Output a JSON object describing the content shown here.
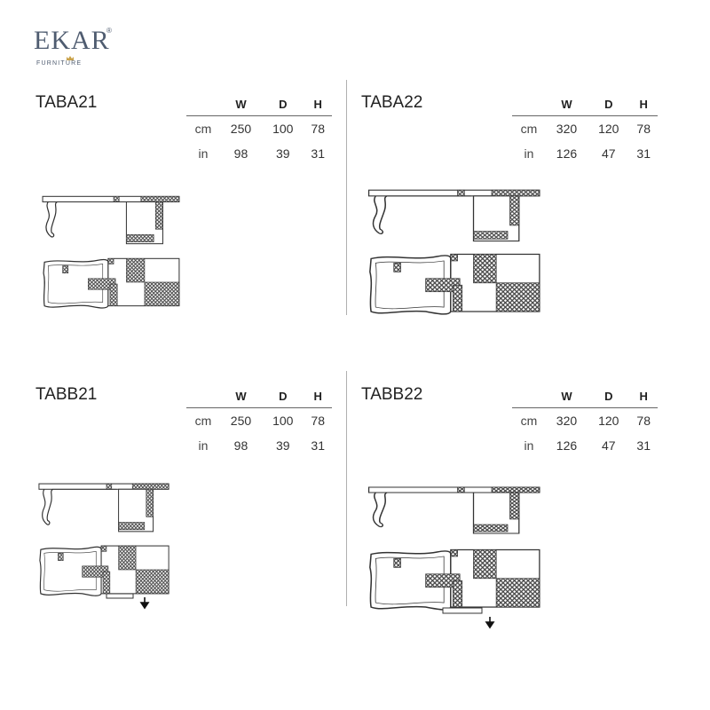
{
  "brand": {
    "name": "EKAR",
    "registered": "®",
    "tagline": "FURNITURE"
  },
  "spec_headers": [
    "W",
    "D",
    "H"
  ],
  "products": [
    {
      "code": "TABA21",
      "rows": [
        {
          "unit": "cm",
          "w": "250",
          "d": "100",
          "h": "78"
        },
        {
          "unit": "in",
          "w": "98",
          "d": "39",
          "h": "31"
        }
      ]
    },
    {
      "code": "TABA22",
      "rows": [
        {
          "unit": "cm",
          "w": "320",
          "d": "120",
          "h": "78"
        },
        {
          "unit": "in",
          "w": "126",
          "d": "47",
          "h": "31"
        }
      ]
    },
    {
      "code": "TABB21",
      "rows": [
        {
          "unit": "cm",
          "w": "250",
          "d": "100",
          "h": "78"
        },
        {
          "unit": "in",
          "w": "98",
          "d": "39",
          "h": "31"
        }
      ]
    },
    {
      "code": "TABB22",
      "rows": [
        {
          "unit": "cm",
          "w": "320",
          "d": "120",
          "h": "78"
        },
        {
          "unit": "in",
          "w": "126",
          "d": "47",
          "h": "31"
        }
      ]
    }
  ]
}
